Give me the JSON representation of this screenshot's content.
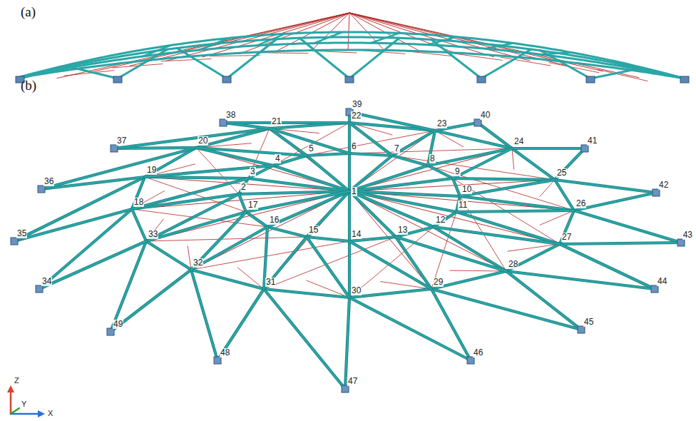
{
  "diagram": {
    "labels": [
      "(a)",
      "(b)",
      "1",
      "2",
      "3",
      "4",
      "5",
      "6",
      "7",
      "8",
      "9",
      "10",
      "11",
      "12",
      "13",
      "14",
      "15",
      "16",
      "17",
      "18",
      "19",
      "20",
      "21",
      "22",
      "23",
      "24",
      "25",
      "26",
      "27",
      "28",
      "29",
      "30",
      "31",
      "32",
      "33",
      "34",
      "35",
      "36",
      "37",
      "38",
      "39",
      "40",
      "41",
      "42",
      "43",
      "44",
      "45",
      "46",
      "47",
      "48",
      "49",
      "Z",
      "Y",
      "X"
    ]
  }
}
